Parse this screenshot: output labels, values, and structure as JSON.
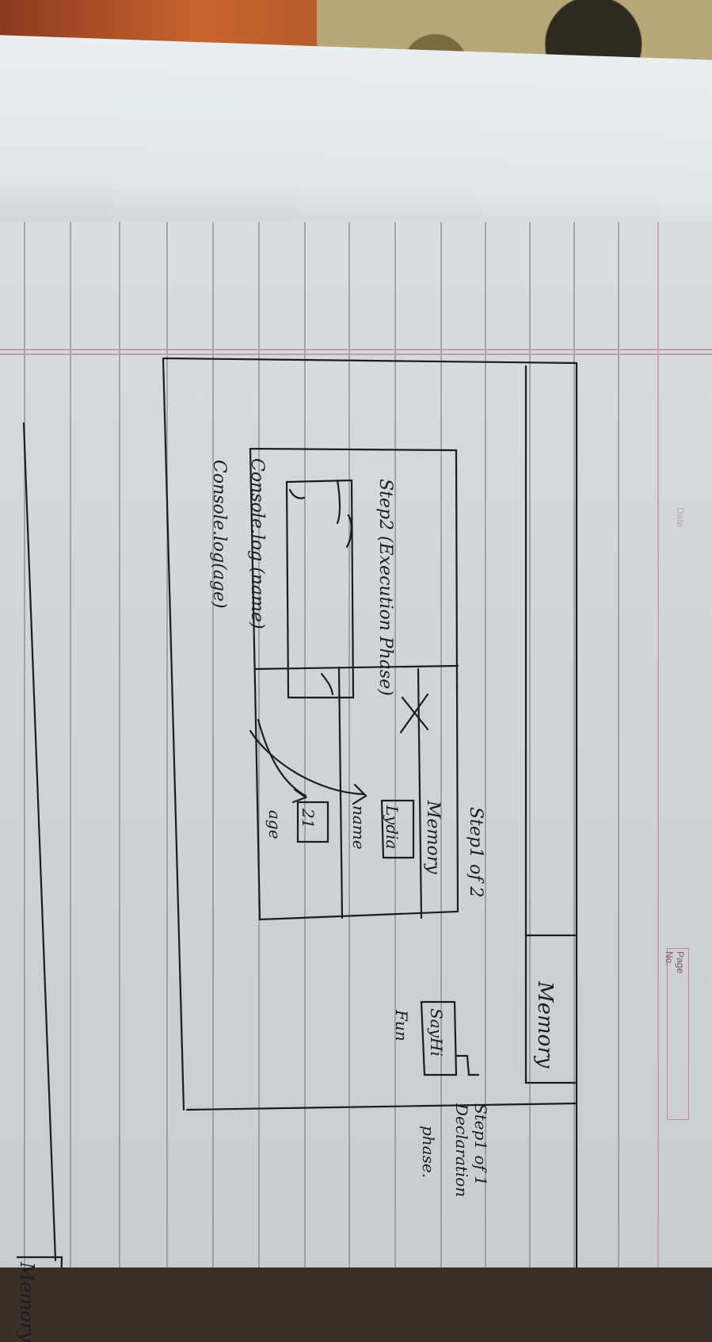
{
  "page": {
    "header_label": "Page No.",
    "faded_top": "Date"
  },
  "handwriting": {
    "memory_top": "Memory",
    "step1_of1": "Step1 of 1",
    "declaration": "Declaration",
    "phase": "phase.",
    "sayhi": "SayHi",
    "fun": "Fun",
    "step1_of2": "Step1 of 2",
    "memory_inner": "Memory",
    "lydia": "Lydia",
    "name": "name",
    "twenty_one": "21",
    "age": "age",
    "step2_exec": "Step2 (Execution Phase)",
    "console_name": "Console.log (name)",
    "console_age": "Console.log(age)",
    "memory_bottom": "Memory"
  },
  "colors": {
    "ink": "#1b1c22",
    "paper": "#d3d9dc",
    "rule": "#6f7d86",
    "margin": "#c79aa3"
  }
}
